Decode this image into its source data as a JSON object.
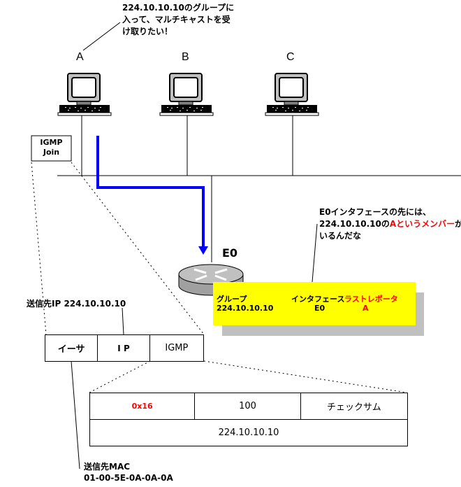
{
  "callout_a": {
    "lines": [
      "224.10.10.10のグループに",
      "入って、マルチキャストを受",
      "け取りたい！"
    ]
  },
  "hosts": [
    {
      "id": "A",
      "label": "A"
    },
    {
      "id": "B",
      "label": "B"
    },
    {
      "id": "C",
      "label": "C"
    }
  ],
  "igmp_join": {
    "line1": "IGMP",
    "line2": "Join"
  },
  "router": {
    "interface_label": "E0"
  },
  "callout_router": {
    "line1": "E0インタフェースの先には、",
    "line2_prefix": "224.10.10.10の",
    "line2_highlight": "Aというメンバー",
    "line2_suffix": "が",
    "line3": "いるんだな"
  },
  "group_table": {
    "headers": {
      "group": "グループ",
      "interface": "インタフェース",
      "last_reporter": "ラストレポータ"
    },
    "row": {
      "group": "224.10.10.10",
      "interface": "E0",
      "last_reporter": "A"
    }
  },
  "dest_ip_label": "送信先IP 224.10.10.10",
  "frame": {
    "ether": "イーサ",
    "ip": "I P",
    "igmp": "IGMP"
  },
  "igmp_packet": {
    "type": "0x16",
    "max_resp_time": "100",
    "checksum": "チェックサム",
    "group_address": "224.10.10.10"
  },
  "dest_mac": {
    "label": "送信先MAC",
    "value": "01-00-5E-0A-0A-0A"
  },
  "colors": {
    "arrow": "#0000ff",
    "highlight": "#ff0000",
    "table_bg": "#ffff00",
    "shadow": "#c0c0c0"
  }
}
